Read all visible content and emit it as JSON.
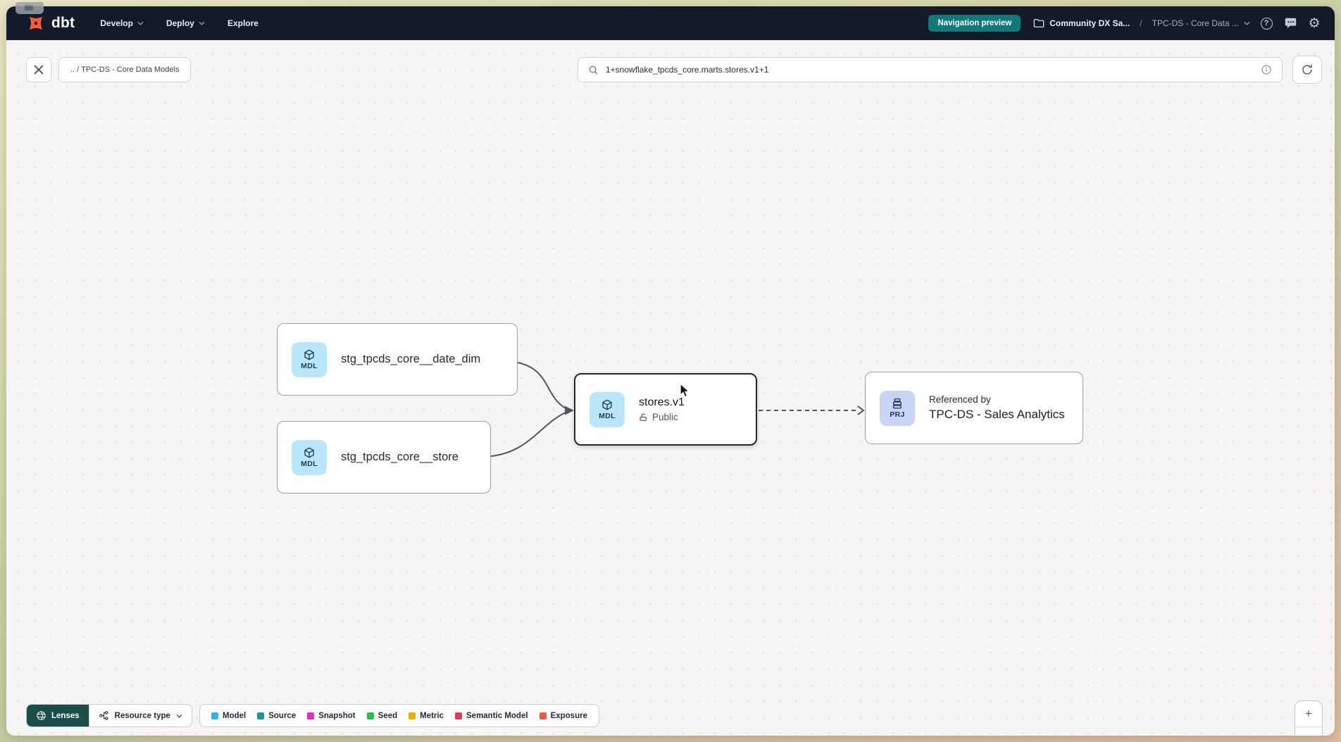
{
  "navbar": {
    "logo": "dbt",
    "menus": [
      {
        "label": "Develop",
        "has_chevron": true
      },
      {
        "label": "Deploy",
        "has_chevron": true
      },
      {
        "label": "Explore",
        "has_chevron": false
      }
    ],
    "preview_badge": "Navigation preview",
    "breadcrumb": {
      "project": "Community DX Sa...",
      "separator": "/",
      "section": "TPC-DS - Core Data ..."
    },
    "help_glyph": "?",
    "gear_glyph": "⚙"
  },
  "toolbar": {
    "breadcrumb_chip": ".. / TPC-DS - Core Data Models",
    "search": {
      "value": "1+snowflake_tpcds_core.marts.stores.v1+1"
    }
  },
  "graph": {
    "nodes": [
      {
        "badge": "MDL",
        "label": "stg_tpcds_core__date_dim"
      },
      {
        "badge": "MDL",
        "label": "stg_tpcds_core__store"
      },
      {
        "badge": "MDL",
        "label": "stores.v1",
        "access": "Public",
        "selected": true
      },
      {
        "badge": "PRJ",
        "kicker": "Referenced by",
        "label": "TPC-DS - Sales Analytics"
      }
    ]
  },
  "footer": {
    "lenses_label": "Lenses",
    "resource_type_label": "Resource type",
    "legend": [
      {
        "label": "Model",
        "color": "#29b5e8"
      },
      {
        "label": "Source",
        "color": "#169b94"
      },
      {
        "label": "Snapshot",
        "color": "#e32cc1"
      },
      {
        "label": "Seed",
        "color": "#24c146"
      },
      {
        "label": "Metric",
        "color": "#edb005"
      },
      {
        "label": "Semantic Model",
        "color": "#e93a4e"
      },
      {
        "label": "Exposure",
        "color": "#ef5a3d"
      }
    ]
  },
  "zoom_controls": {
    "zoom_in": "+",
    "zoom_out": "−"
  },
  "colors": {
    "brand-orange": "#ff5c35",
    "navbar-bg": "#131b2b",
    "badge-teal": "#117a78",
    "lenses-teal": "#1b4d49",
    "canvas-bg": "#f6f5f3",
    "mdl-bg": "#b9e6fa",
    "mdl-fg": "#1d3d57",
    "prj-bg": "#c9d3f6",
    "prj-fg": "#22315e",
    "edge": "#4e565f"
  }
}
